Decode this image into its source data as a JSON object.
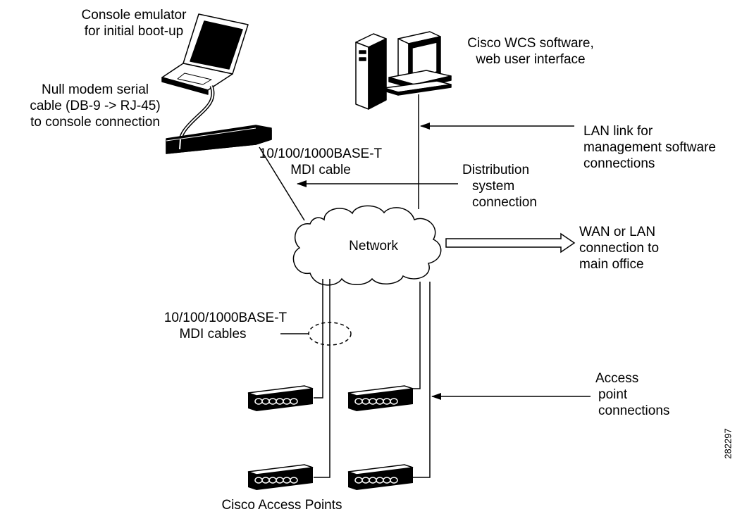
{
  "labels": {
    "console_emulator": [
      "Console emulator",
      "for initial boot-up"
    ],
    "null_modem": [
      "Null modem serial",
      "cable (DB-9 -> RJ-45)",
      "to console connection"
    ],
    "wcs": [
      "Cisco WCS software,",
      "web user interface"
    ],
    "mdi_cable": [
      "10/100/1000BASE-T",
      "MDI cable"
    ],
    "lan_link": [
      "LAN link for",
      "management software",
      "connections"
    ],
    "distribution": [
      "Distribution",
      "system",
      "connection"
    ],
    "network": "Network",
    "wan": [
      "WAN or LAN",
      "connection to",
      "main office"
    ],
    "mdi_cables": [
      "10/100/1000BASE-T",
      "MDI cables"
    ],
    "access_point_connections": [
      "Access",
      "point",
      "connections"
    ],
    "cisco_access_points": "Cisco Access Points",
    "figure_id": "282297"
  },
  "icons": [
    "laptop-icon",
    "controller-icon",
    "workstation-icon",
    "network-cloud-icon",
    "access-point-icon"
  ]
}
